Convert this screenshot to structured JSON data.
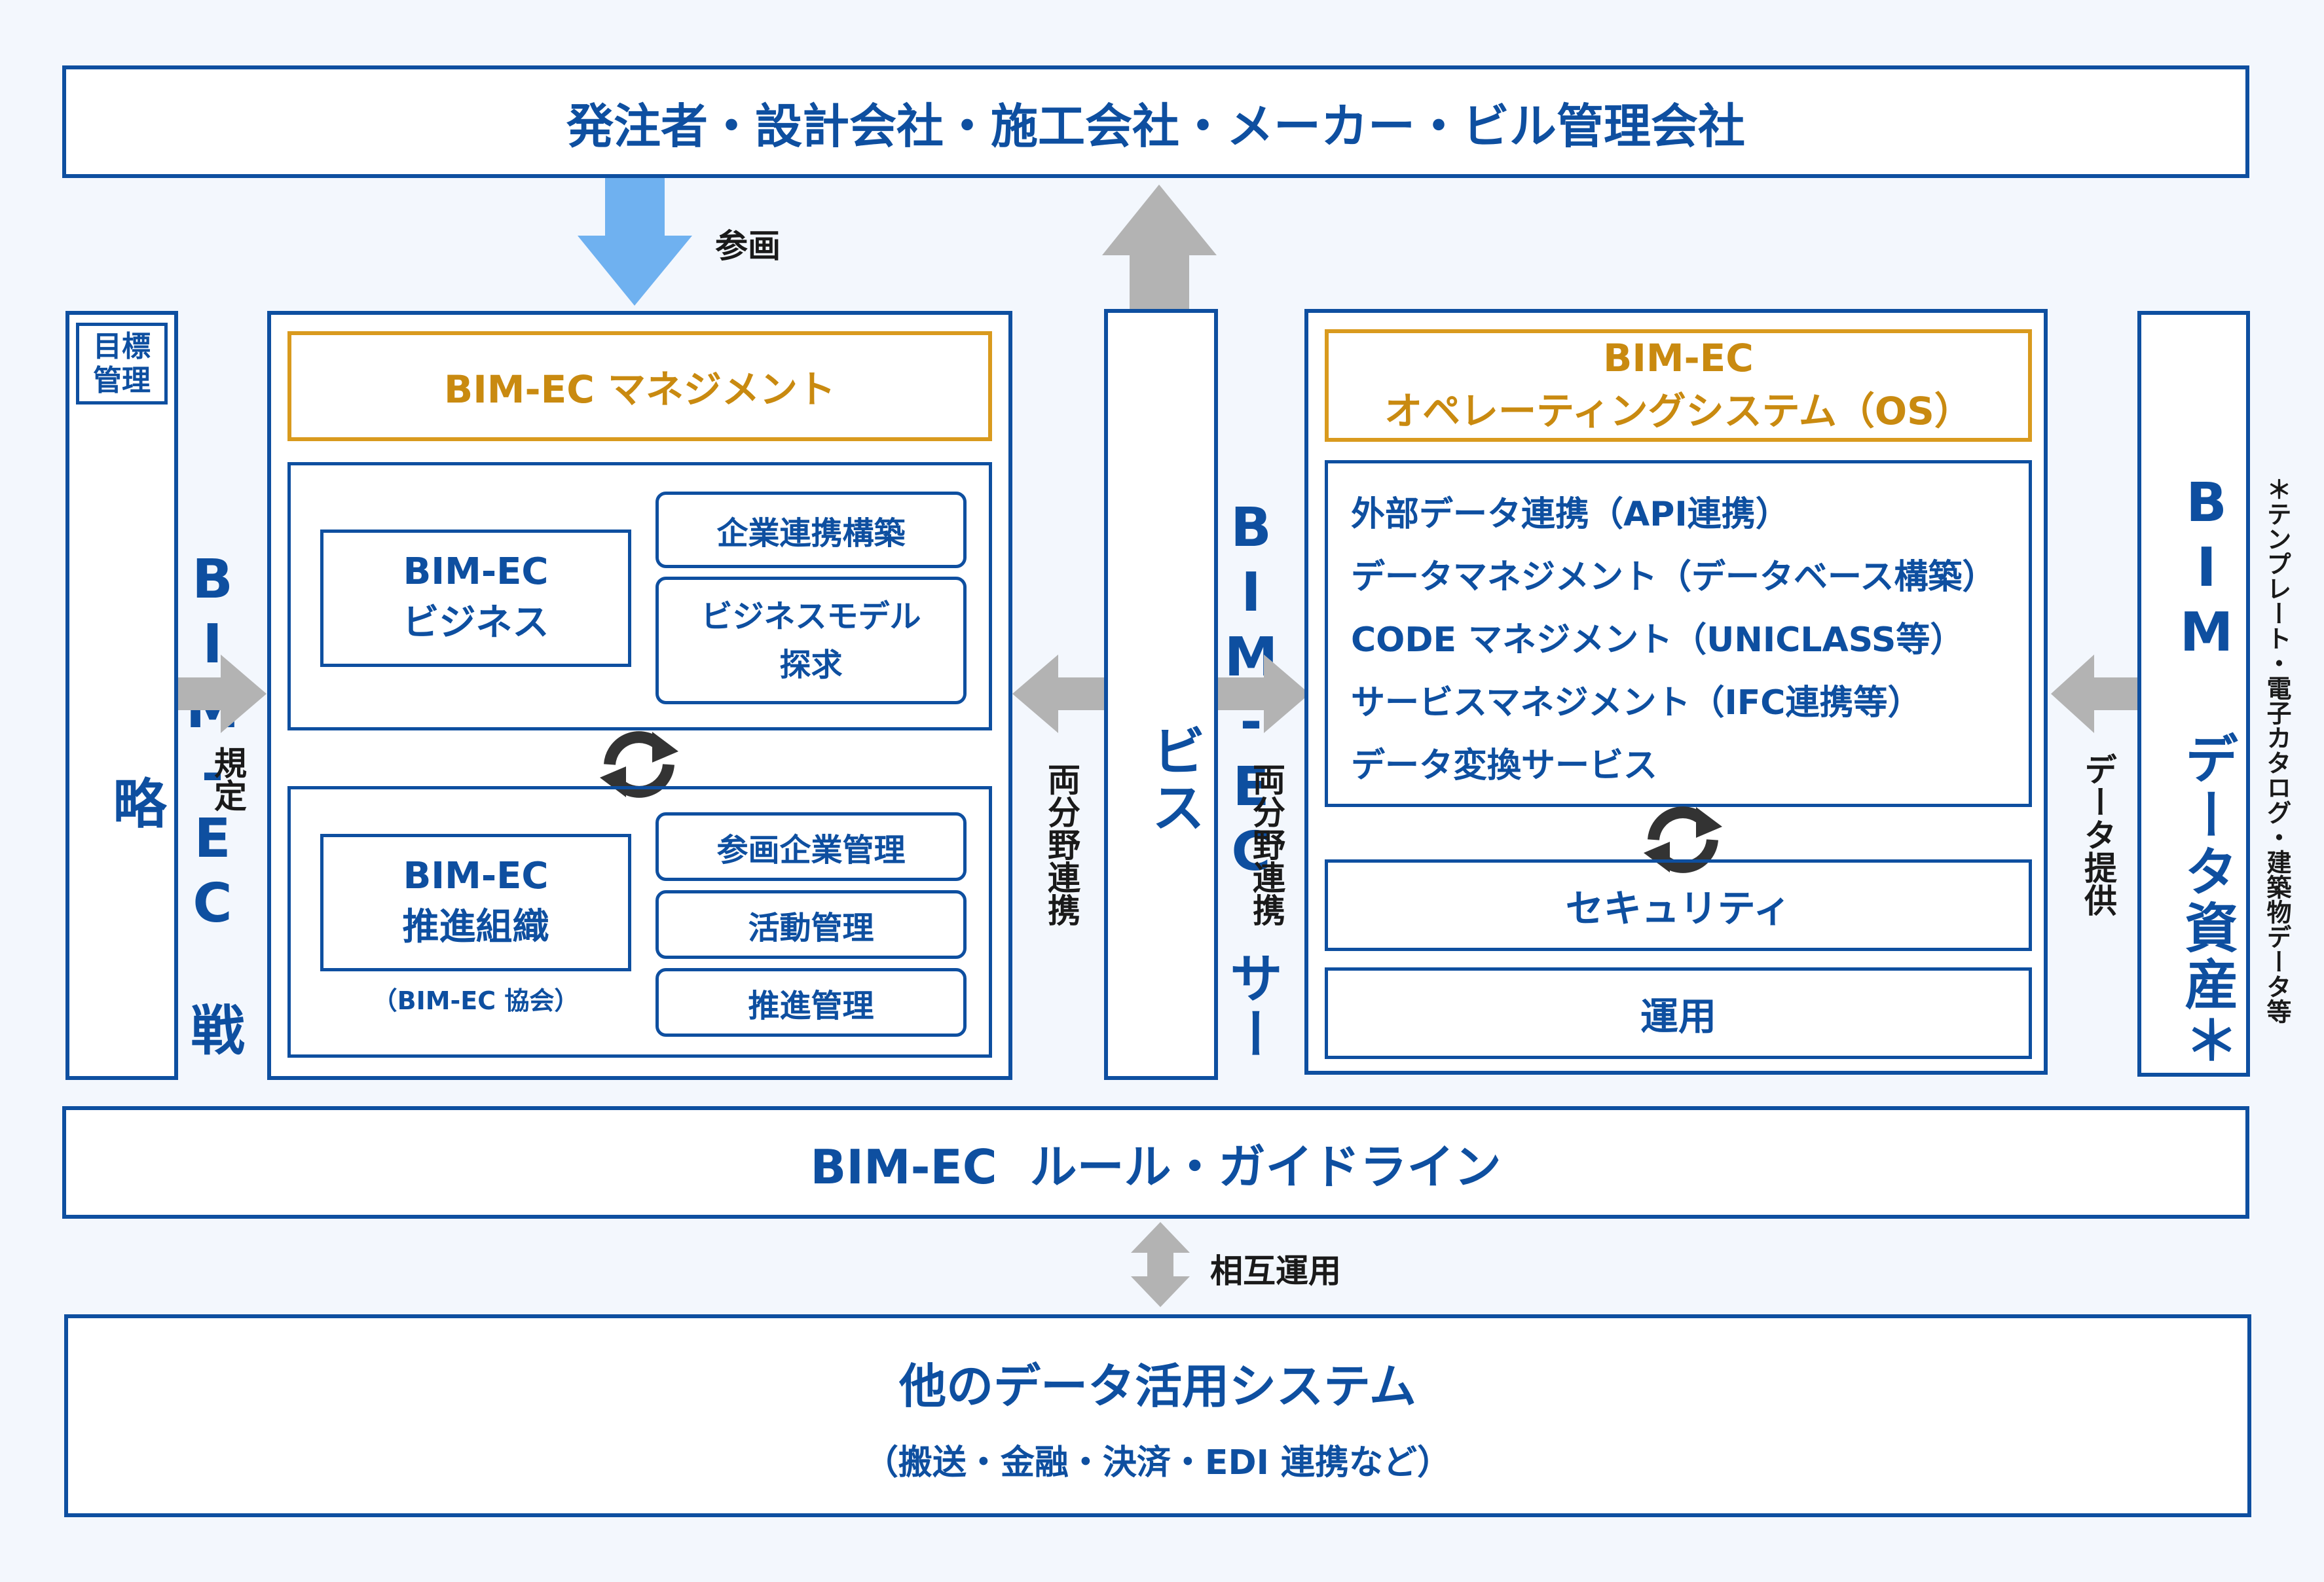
{
  "top": {
    "title": "発注者・設計会社・施工会社・メーカー・ビル管理会社"
  },
  "labels": {
    "participation": "参画",
    "regulation": "規定",
    "cross_field_left": "両分野連携",
    "cross_field_right": "両分野連携",
    "data_provision": "データ提供",
    "interoperation": "相互運用"
  },
  "strategy": {
    "badge": "目標\n管理",
    "title": "BIM-EC 戦略"
  },
  "management": {
    "header": "BIM-EC マネジメント",
    "business": {
      "title_line1": "BIM-EC",
      "title_line2": "ビジネス",
      "items": [
        "企業連携構築",
        "ビジネスモデル\n探求"
      ]
    },
    "organization": {
      "title_line1": "BIM-EC",
      "title_line2": "推進組織",
      "note": "（BIM-EC 協会）",
      "items": [
        "参画企業管理",
        "活動管理",
        "推進管理"
      ]
    }
  },
  "service": {
    "title": "BIM-EC サービス"
  },
  "os": {
    "header_line1": "BIM-EC",
    "header_line2": "オペレーティングシステム（OS）",
    "features": [
      "外部データ連携（API連携）",
      "データマネジメント（データベース構築）",
      "CODE マネジメント（UNICLASS等）",
      "サービスマネジメント（IFC連携等）",
      "データ変換サービス"
    ],
    "security": "セキュリティ",
    "operation": "運用"
  },
  "assets": {
    "title": "BIM データ資産＊",
    "note": "＊テンプレート・電子カタログ・建築物データ等"
  },
  "rules": {
    "title": "BIM-EC  ルール・ガイドライン"
  },
  "other": {
    "title": "他のデータ活用システム",
    "subtitle": "（搬送・金融・決済・EDI 連携など）"
  },
  "colors": {
    "primary": "#0e4fa0",
    "accent_orange": "#d99a1e",
    "arrow_gray": "#b3b3b3",
    "arrow_blue": "#6fb1f0"
  }
}
